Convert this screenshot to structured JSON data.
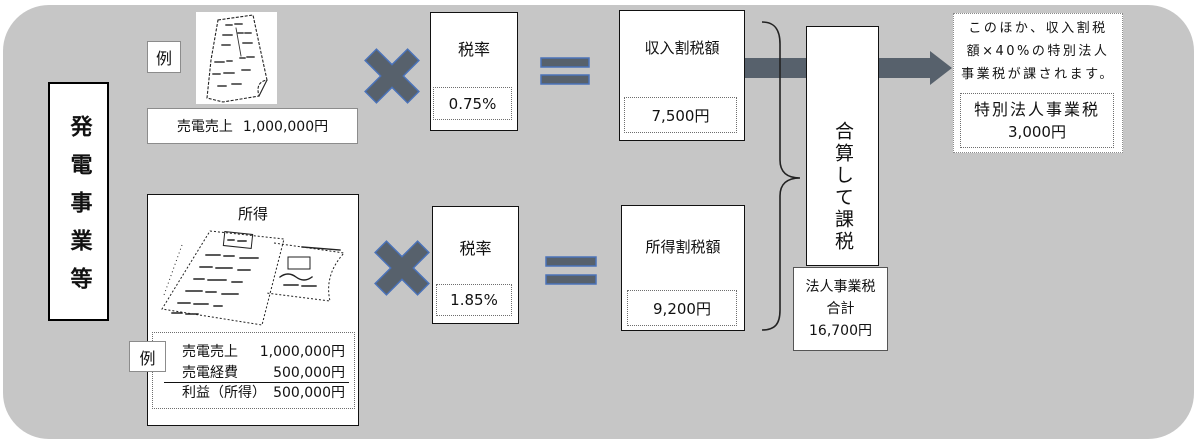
{
  "business_category": "発電事業等",
  "revenue_basis": {
    "example_tag": "例",
    "example_label": "売電売上",
    "example_amount": "1,000,000円",
    "tax_rate_label": "税率",
    "tax_rate": "0.75%",
    "result_label": "収入割税額",
    "result_amount": "7,500円"
  },
  "income_basis": {
    "title": "所得",
    "example_tag": "例",
    "example_lines": [
      {
        "label": "売電売上",
        "amount": "1,000,000円"
      },
      {
        "label": "売電経費",
        "amount": "500,000円"
      },
      {
        "label": "利益（所得）",
        "amount": "500,000円"
      }
    ],
    "tax_rate_label": "税率",
    "tax_rate": "1.85%",
    "result_label": "所得割税額",
    "result_amount": "9,200円"
  },
  "combined": {
    "label": "合算して課税",
    "total_label_line1": "法人事業税",
    "total_label_line2": "合計",
    "total_amount": "16,700円"
  },
  "special_tax": {
    "note_lines": [
      "このほか、収入割税",
      "額×40%の特別法人",
      "事業税が課されます。"
    ],
    "label": "特別法人事業税",
    "amount": "3,000円"
  },
  "colors": {
    "panel_background": "#c6c6c6",
    "operator_fill": "#57616c",
    "operator_outline": "#4a72b8"
  }
}
